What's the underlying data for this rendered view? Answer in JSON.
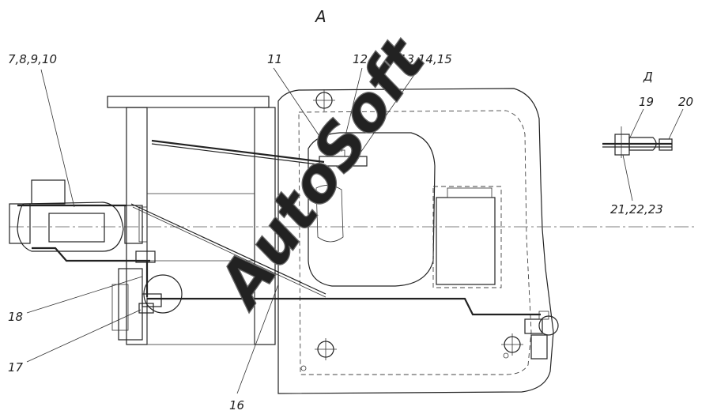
{
  "view_label": "А",
  "detail_label": "Д",
  "watermark": "AutoSoft",
  "callouts": [
    {
      "key": "c-7-10",
      "text": "7,8,9,10"
    },
    {
      "key": "c-11",
      "text": "11"
    },
    {
      "key": "c-12",
      "text": "12"
    },
    {
      "key": "c-13-15",
      "text": "13,14,15"
    },
    {
      "key": "c-16",
      "text": "16"
    },
    {
      "key": "c-17",
      "text": "17"
    },
    {
      "key": "c-18",
      "text": "18"
    },
    {
      "key": "c-19",
      "text": "19"
    },
    {
      "key": "c-20",
      "text": "20"
    },
    {
      "key": "c-21-23",
      "text": "21,22,23"
    }
  ]
}
